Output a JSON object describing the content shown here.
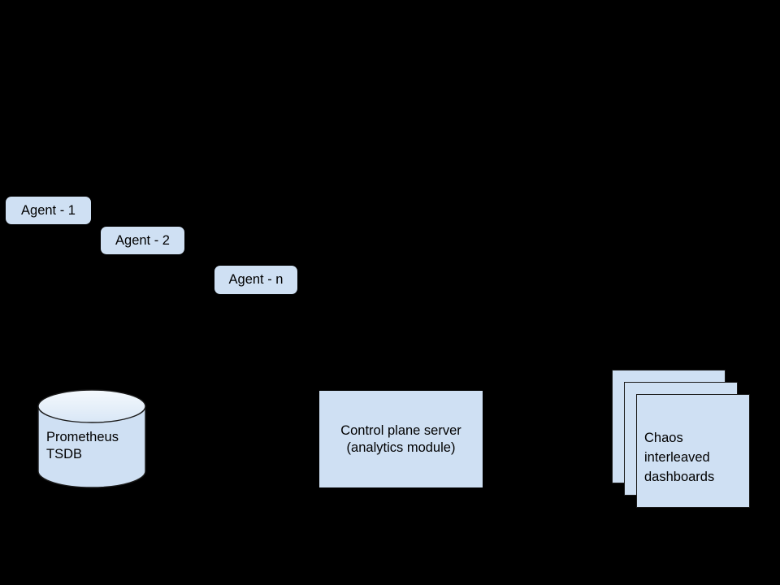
{
  "diagram": {
    "background_color": "#000000",
    "node_fill_color": "#cfe0f3",
    "node_stroke_color": "#1a1a1a",
    "text_color": "#000000",
    "agents": [
      {
        "label": "Agent - 1"
      },
      {
        "label": "Agent - 2"
      },
      {
        "label": "Agent - n"
      }
    ],
    "datastore": {
      "label": "Prometheus\nTSDB",
      "shape_icon": "cylinder-database-icon"
    },
    "server": {
      "label": "Control plane server\n(analytics module)"
    },
    "dashboards": {
      "label": "Chaos\ninterleaved\ndashboards",
      "card_count": 3
    },
    "arrow": {
      "icon": "arrowhead-right-icon"
    }
  }
}
